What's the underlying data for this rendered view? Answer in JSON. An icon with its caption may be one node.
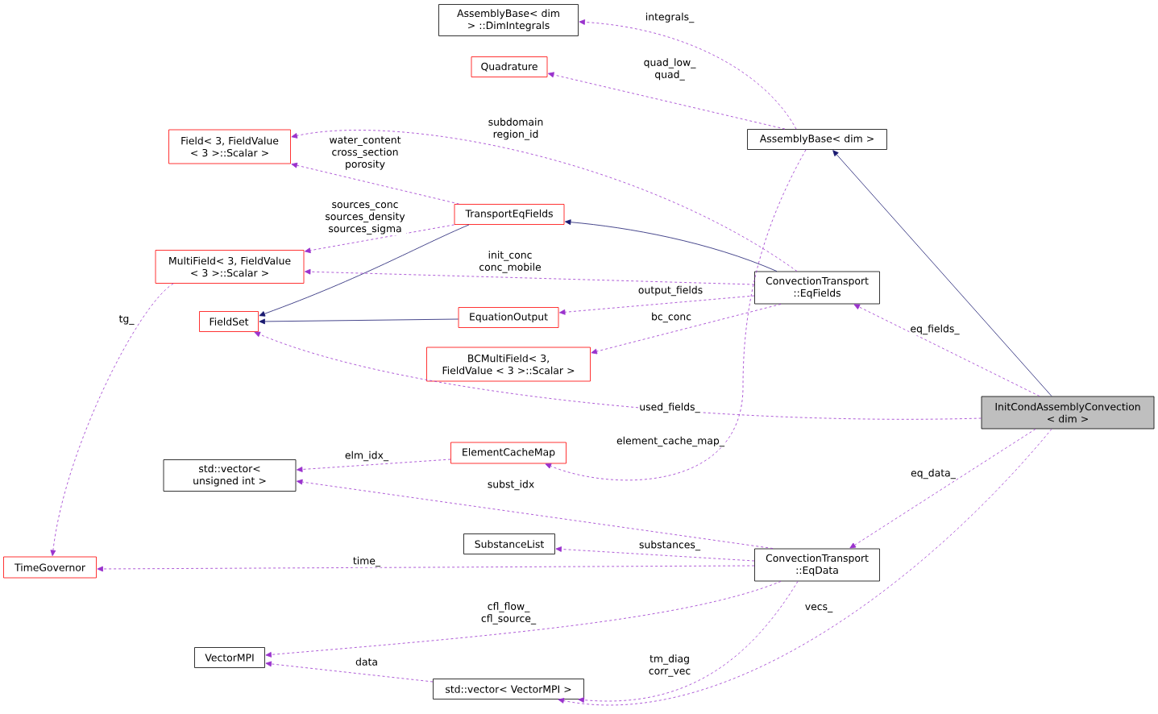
{
  "diagram": {
    "nodes": [
      {
        "text": [
          "InitCondAssemblyConvection < dim >"
        ]
      },
      {
        "text": [
          "AssemblyBase< dim >"
        ]
      },
      {
        "text": [
          "AssemblyBase< dim > ::DimIntegrals"
        ]
      },
      {
        "text": [
          "Quadrature"
        ]
      },
      {
        "text": [
          "Field< 3, FieldValue < 3 >::Scalar >"
        ]
      },
      {
        "text": [
          "TransportEqFields"
        ]
      },
      {
        "text": [
          "MultiField< 3, FieldValue < 3 >::Scalar >"
        ]
      },
      {
        "text": [
          "FieldSet"
        ]
      },
      {
        "text": [
          "EquationOutput"
        ]
      },
      {
        "text": [
          "BCMultiField< 3, FieldValue < 3 >::Scalar >"
        ]
      },
      {
        "text": [
          "ConvectionTransport ::EqFields"
        ]
      },
      {
        "text": [
          "ElementCacheMap"
        ]
      },
      {
        "text": [
          "std::vector< unsigned int >"
        ]
      },
      {
        "text": [
          "SubstanceList"
        ]
      },
      {
        "text": [
          "TimeGovernor"
        ]
      },
      {
        "text": [
          "ConvectionTransport ::EqData"
        ]
      },
      {
        "text": [
          "VectorMPI"
        ]
      },
      {
        "text": [
          "std::vector< VectorMPI >"
        ]
      }
    ],
    "edges": [
      {
        "from": 0,
        "to": 1,
        "arrow": "to",
        "color": "#191970"
      },
      {
        "from": 1,
        "to": 2,
        "arrow": "to",
        "label": "integrals_",
        "style": "dashed"
      },
      {
        "from": 1,
        "to": 3,
        "arrow": "to",
        "label": "quad_low_ quad_",
        "style": "dashed"
      },
      {
        "from": 10,
        "to": 4,
        "arrow": "to",
        "label": "subdomain region_id",
        "style": "dashed"
      },
      {
        "from": 5,
        "to": 4,
        "arrow": "to",
        "label": "water_content cross_section porosity",
        "style": "dashed"
      },
      {
        "from": 5,
        "to": 6,
        "arrow": "to",
        "label": "sources_conc sources_density sources_sigma",
        "style": "dashed"
      },
      {
        "from": 10,
        "to": 5,
        "arrow": "to",
        "color": "#191970"
      },
      {
        "from": 5,
        "to": 7,
        "arrow": "to",
        "color": "#191970"
      },
      {
        "from": 10,
        "to": 6,
        "arrow": "to",
        "label": "init_conc conc_mobile",
        "style": "dashed"
      },
      {
        "from": 10,
        "to": 8,
        "arrow": "to",
        "label": "output_fields",
        "style": "dashed"
      },
      {
        "from": 10,
        "to": 9,
        "arrow": "to",
        "label": "bc_conc",
        "style": "dashed"
      },
      {
        "from": 8,
        "to": 7,
        "arrow": "to",
        "color": "#191970"
      },
      {
        "from": 0,
        "to": 10,
        "arrow": "to",
        "label": "eq_fields_",
        "style": "dashed"
      },
      {
        "from": 0,
        "to": 7,
        "arrow": "to",
        "label": "used_fields_",
        "style": "dashed"
      },
      {
        "from": 1,
        "to": 11,
        "arrow": "to",
        "label": "element_cache_map_",
        "style": "dashed"
      },
      {
        "from": 6,
        "to": 14,
        "arrow": "to",
        "label": "tg_",
        "style": "dashed"
      },
      {
        "from": 11,
        "to": 12,
        "arrow": "to",
        "label": "elm_idx_",
        "style": "dashed"
      },
      {
        "from": 15,
        "to": 12,
        "arrow": "to",
        "label": "subst_idx",
        "style": "dashed"
      },
      {
        "from": 15,
        "to": 13,
        "arrow": "to",
        "label": "substances_",
        "style": "dashed"
      },
      {
        "from": 15,
        "to": 14,
        "arrow": "to",
        "label": "time_",
        "style": "dashed"
      },
      {
        "from": 0,
        "to": 15,
        "arrow": "to",
        "label": "eq_data_",
        "style": "dashed"
      },
      {
        "from": 15,
        "to": 16,
        "arrow": "to",
        "label": "cfl_flow_ cfl_source_",
        "style": "dashed"
      },
      {
        "from": 17,
        "to": 16,
        "arrow": "to",
        "label": "data",
        "style": "dashed"
      },
      {
        "from": 15,
        "to": 17,
        "arrow": "to",
        "label": "tm_diag corr_vec",
        "style": "dashed"
      },
      {
        "from": 0,
        "to": 17,
        "arrow": "to",
        "label": "vecs_",
        "style": "dashed"
      }
    ]
  }
}
